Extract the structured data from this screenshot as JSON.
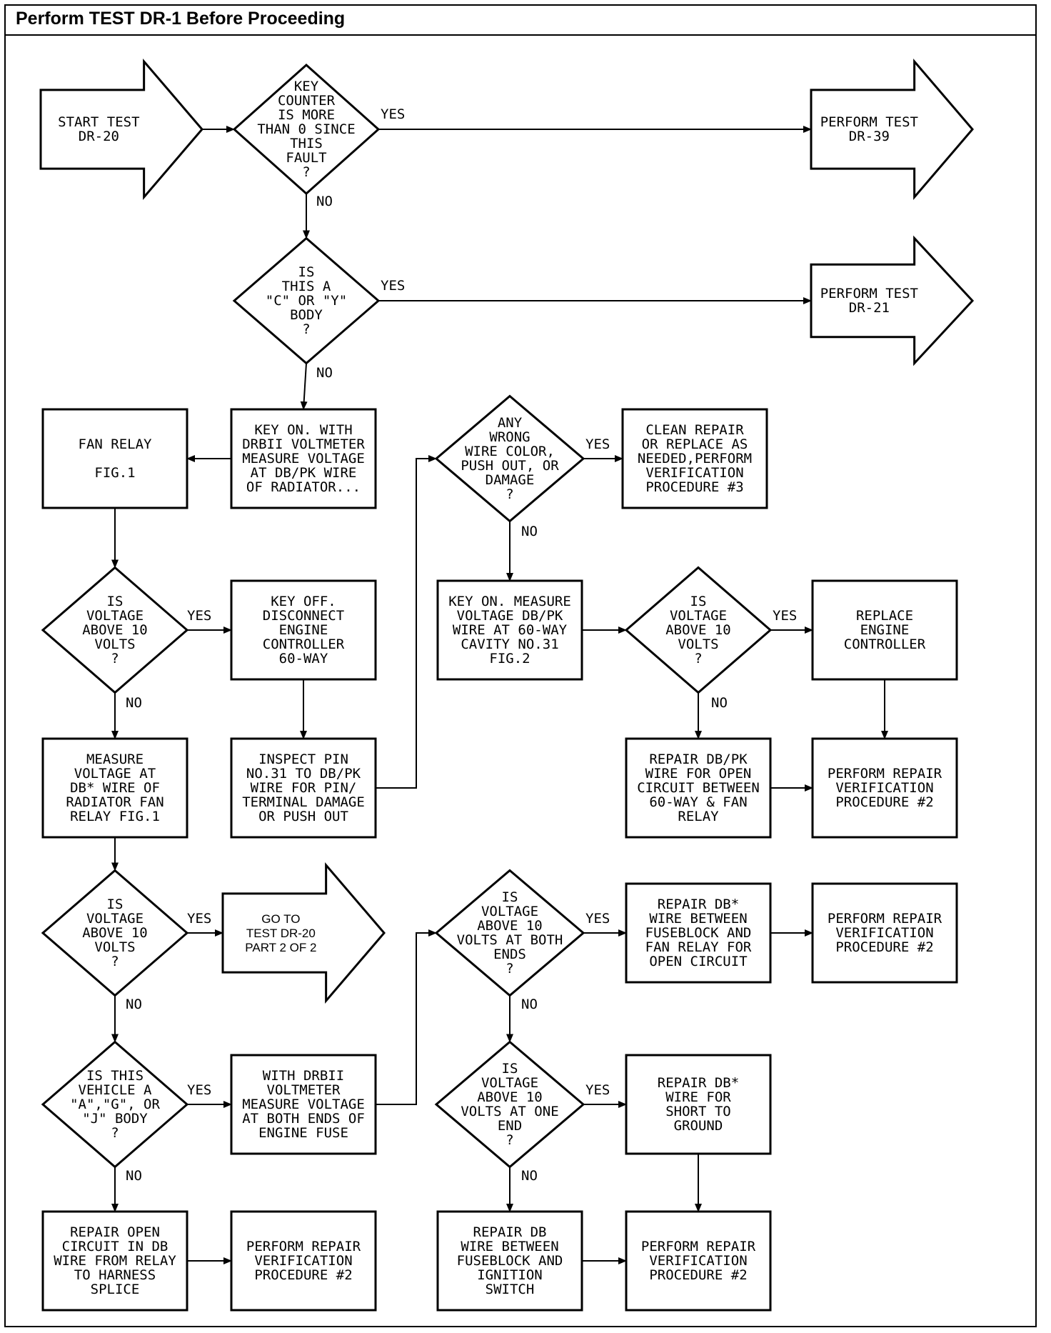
{
  "header": {
    "title": "Perform TEST DR-1 Before Proceeding"
  },
  "flowchart": {
    "nodes": [
      {
        "id": "start",
        "shape": "arrow",
        "lines": [
          "START TEST",
          "DR-20"
        ]
      },
      {
        "id": "d_key_counter",
        "shape": "diamond",
        "lines": [
          "KEY",
          "COUNTER",
          "IS MORE",
          "THAN 0 SINCE",
          "THIS",
          "FAULT",
          "?"
        ]
      },
      {
        "id": "perform_dr39",
        "shape": "arrow",
        "lines": [
          "PERFORM TEST",
          "DR-39"
        ]
      },
      {
        "id": "d_cy_body",
        "shape": "diamond",
        "lines": [
          "IS",
          "THIS A",
          "\"C\" OR \"Y\"",
          "BODY",
          "?"
        ]
      },
      {
        "id": "perform_dr21",
        "shape": "arrow",
        "lines": [
          "PERFORM TEST",
          "DR-21"
        ]
      },
      {
        "id": "fan_relay",
        "shape": "box",
        "lines": [
          "FAN RELAY",
          "",
          "FIG.1"
        ]
      },
      {
        "id": "key_on_measure",
        "shape": "box",
        "lines": [
          "KEY ON. WITH",
          "DRBII VOLTMETER",
          "MEASURE VOLTAGE",
          "AT DB/PK WIRE",
          "OF RADIATOR..."
        ]
      },
      {
        "id": "d_wrong_wire",
        "shape": "diamond",
        "lines": [
          "ANY",
          "WRONG",
          "WIRE COLOR,",
          "PUSH OUT, OR",
          "DAMAGE",
          "?"
        ]
      },
      {
        "id": "clean_repair",
        "shape": "box",
        "lines": [
          "CLEAN REPAIR",
          "OR REPLACE AS",
          "NEEDED,PERFORM",
          "VERIFICATION",
          "PROCEDURE #3"
        ]
      },
      {
        "id": "d_volt1",
        "shape": "diamond",
        "lines": [
          "IS",
          "VOLTAGE",
          "ABOVE 10",
          "VOLTS",
          "?"
        ]
      },
      {
        "id": "key_off_disconnect",
        "shape": "box",
        "lines": [
          "KEY OFF.",
          "DISCONNECT",
          "ENGINE",
          "CONTROLLER",
          "60-WAY"
        ]
      },
      {
        "id": "key_on_60way",
        "shape": "box",
        "lines": [
          "KEY ON. MEASURE",
          "VOLTAGE DB/PK",
          "WIRE AT 60-WAY",
          "CAVITY NO.31",
          "FIG.2"
        ]
      },
      {
        "id": "d_volt2",
        "shape": "diamond",
        "lines": [
          "IS",
          "VOLTAGE",
          "ABOVE 10",
          "VOLTS",
          "?"
        ]
      },
      {
        "id": "replace_controller",
        "shape": "box",
        "lines": [
          "REPLACE",
          "ENGINE",
          "CONTROLLER"
        ]
      },
      {
        "id": "measure_db_star",
        "shape": "box",
        "lines": [
          "MEASURE",
          "VOLTAGE AT",
          "DB* WIRE OF",
          "RADIATOR FAN",
          "RELAY FIG.1"
        ]
      },
      {
        "id": "inspect_pin",
        "shape": "box",
        "lines": [
          "INSPECT PIN",
          "NO.31 TO DB/PK",
          "WIRE FOR PIN/",
          "TERMINAL DAMAGE",
          "OR PUSH OUT"
        ]
      },
      {
        "id": "repair_dbpk",
        "shape": "box",
        "lines": [
          "REPAIR DB/PK",
          "WIRE FOR OPEN",
          "CIRCUIT BETWEEN",
          "60-WAY & FAN",
          "RELAY"
        ]
      },
      {
        "id": "perform_verif_a",
        "shape": "box",
        "lines": [
          "PERFORM REPAIR",
          "VERIFICATION",
          "PROCEDURE #2"
        ]
      },
      {
        "id": "d_volt3",
        "shape": "diamond",
        "lines": [
          "IS",
          "VOLTAGE",
          "ABOVE 10",
          "VOLTS",
          "?"
        ]
      },
      {
        "id": "goto_dr20",
        "shape": "arrow",
        "lines": [
          "GO TO",
          "TEST DR-20",
          "PART 2 OF 2"
        ]
      },
      {
        "id": "d_both_ends",
        "shape": "diamond",
        "lines": [
          "IS",
          "VOLTAGE",
          "ABOVE 10",
          "VOLTS AT BOTH",
          "ENDS",
          "?"
        ]
      },
      {
        "id": "repair_db_star_open",
        "shape": "box",
        "lines": [
          "REPAIR DB*",
          "WIRE BETWEEN",
          "FUSEBLOCK AND",
          "FAN RELAY FOR",
          "OPEN CIRCUIT"
        ]
      },
      {
        "id": "perform_verif_b",
        "shape": "box",
        "lines": [
          "PERFORM REPAIR",
          "VERIFICATION",
          "PROCEDURE #2"
        ]
      },
      {
        "id": "d_agj_body",
        "shape": "diamond",
        "lines": [
          "IS THIS",
          "VEHICLE A",
          "\"A\",\"G\", OR",
          "\"J\" BODY",
          "?"
        ]
      },
      {
        "id": "measure_fuse",
        "shape": "box",
        "lines": [
          "WITH DRBII",
          "VOLTMETER",
          "MEASURE VOLTAGE",
          "AT BOTH ENDS OF",
          "ENGINE FUSE"
        ]
      },
      {
        "id": "d_one_end",
        "shape": "diamond",
        "lines": [
          "IS",
          "VOLTAGE",
          "ABOVE 10",
          "VOLTS AT ONE",
          "END",
          "?"
        ]
      },
      {
        "id": "repair_short",
        "shape": "box",
        "lines": [
          "REPAIR DB*",
          "WIRE FOR",
          "SHORT TO",
          "GROUND"
        ]
      },
      {
        "id": "repair_open_circuit",
        "shape": "box",
        "lines": [
          "REPAIR OPEN",
          "CIRCUIT IN DB",
          "WIRE FROM RELAY",
          "TO HARNESS",
          "SPLICE"
        ]
      },
      {
        "id": "perform_verif_c",
        "shape": "box",
        "lines": [
          "PERFORM REPAIR",
          "VERIFICATION",
          "PROCEDURE #2"
        ]
      },
      {
        "id": "repair_db_ignition",
        "shape": "box",
        "lines": [
          "REPAIR DB",
          "WIRE BETWEEN",
          "FUSEBLOCK AND",
          "IGNITION",
          "SWITCH"
        ]
      },
      {
        "id": "perform_verif_d",
        "shape": "box",
        "lines": [
          "PERFORM REPAIR",
          "VERIFICATION",
          "PROCEDURE #2"
        ]
      }
    ],
    "edge_labels": {
      "yes": "YES",
      "no": "NO"
    }
  }
}
